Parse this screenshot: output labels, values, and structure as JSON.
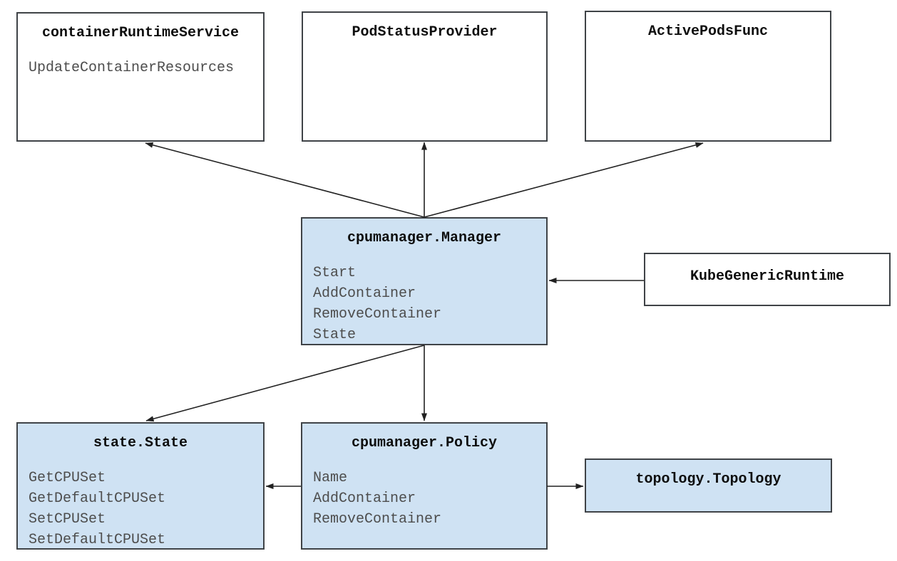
{
  "diagram": {
    "description": "cpumanager architecture diagram",
    "colors": {
      "background": "#ffffff",
      "box_fill_highlight": "#cfe2f3",
      "box_fill_plain": "#ffffff",
      "box_border": "#3f4347",
      "title_text": "#0d0d0d",
      "member_text": "#4d4d4d",
      "arrow": "#212121"
    },
    "nodes": {
      "container_runtime_service": {
        "title": "containerRuntimeService",
        "members": [
          "UpdateContainerResources"
        ]
      },
      "pod_status_provider": {
        "title": "PodStatusProvider",
        "members": []
      },
      "active_pods_func": {
        "title": "ActivePodsFunc",
        "members": []
      },
      "cpumanager_manager": {
        "title": "cpumanager.Manager",
        "members": [
          "Start",
          "AddContainer",
          "RemoveContainer",
          "State"
        ]
      },
      "kube_generic_runtime": {
        "title": "KubeGenericRuntime",
        "members": []
      },
      "state_state": {
        "title": "state.State",
        "members": [
          "GetCPUSet",
          "GetDefaultCPUSet",
          "SetCPUSet",
          "SetDefaultCPUSet"
        ]
      },
      "cpumanager_policy": {
        "title": "cpumanager.Policy",
        "members": [
          "Name",
          "AddContainer",
          "RemoveContainer"
        ]
      },
      "topology_topology": {
        "title": "topology.Topology",
        "members": []
      }
    },
    "edges": [
      {
        "from": "cpumanager.Manager",
        "to": "containerRuntimeService"
      },
      {
        "from": "cpumanager.Manager",
        "to": "PodStatusProvider"
      },
      {
        "from": "cpumanager.Manager",
        "to": "ActivePodsFunc"
      },
      {
        "from": "KubeGenericRuntime",
        "to": "cpumanager.Manager"
      },
      {
        "from": "cpumanager.Manager",
        "to": "state.State"
      },
      {
        "from": "cpumanager.Manager",
        "to": "cpumanager.Policy"
      },
      {
        "from": "cpumanager.Policy",
        "to": "state.State"
      },
      {
        "from": "cpumanager.Policy",
        "to": "topology.Topology"
      }
    ]
  }
}
